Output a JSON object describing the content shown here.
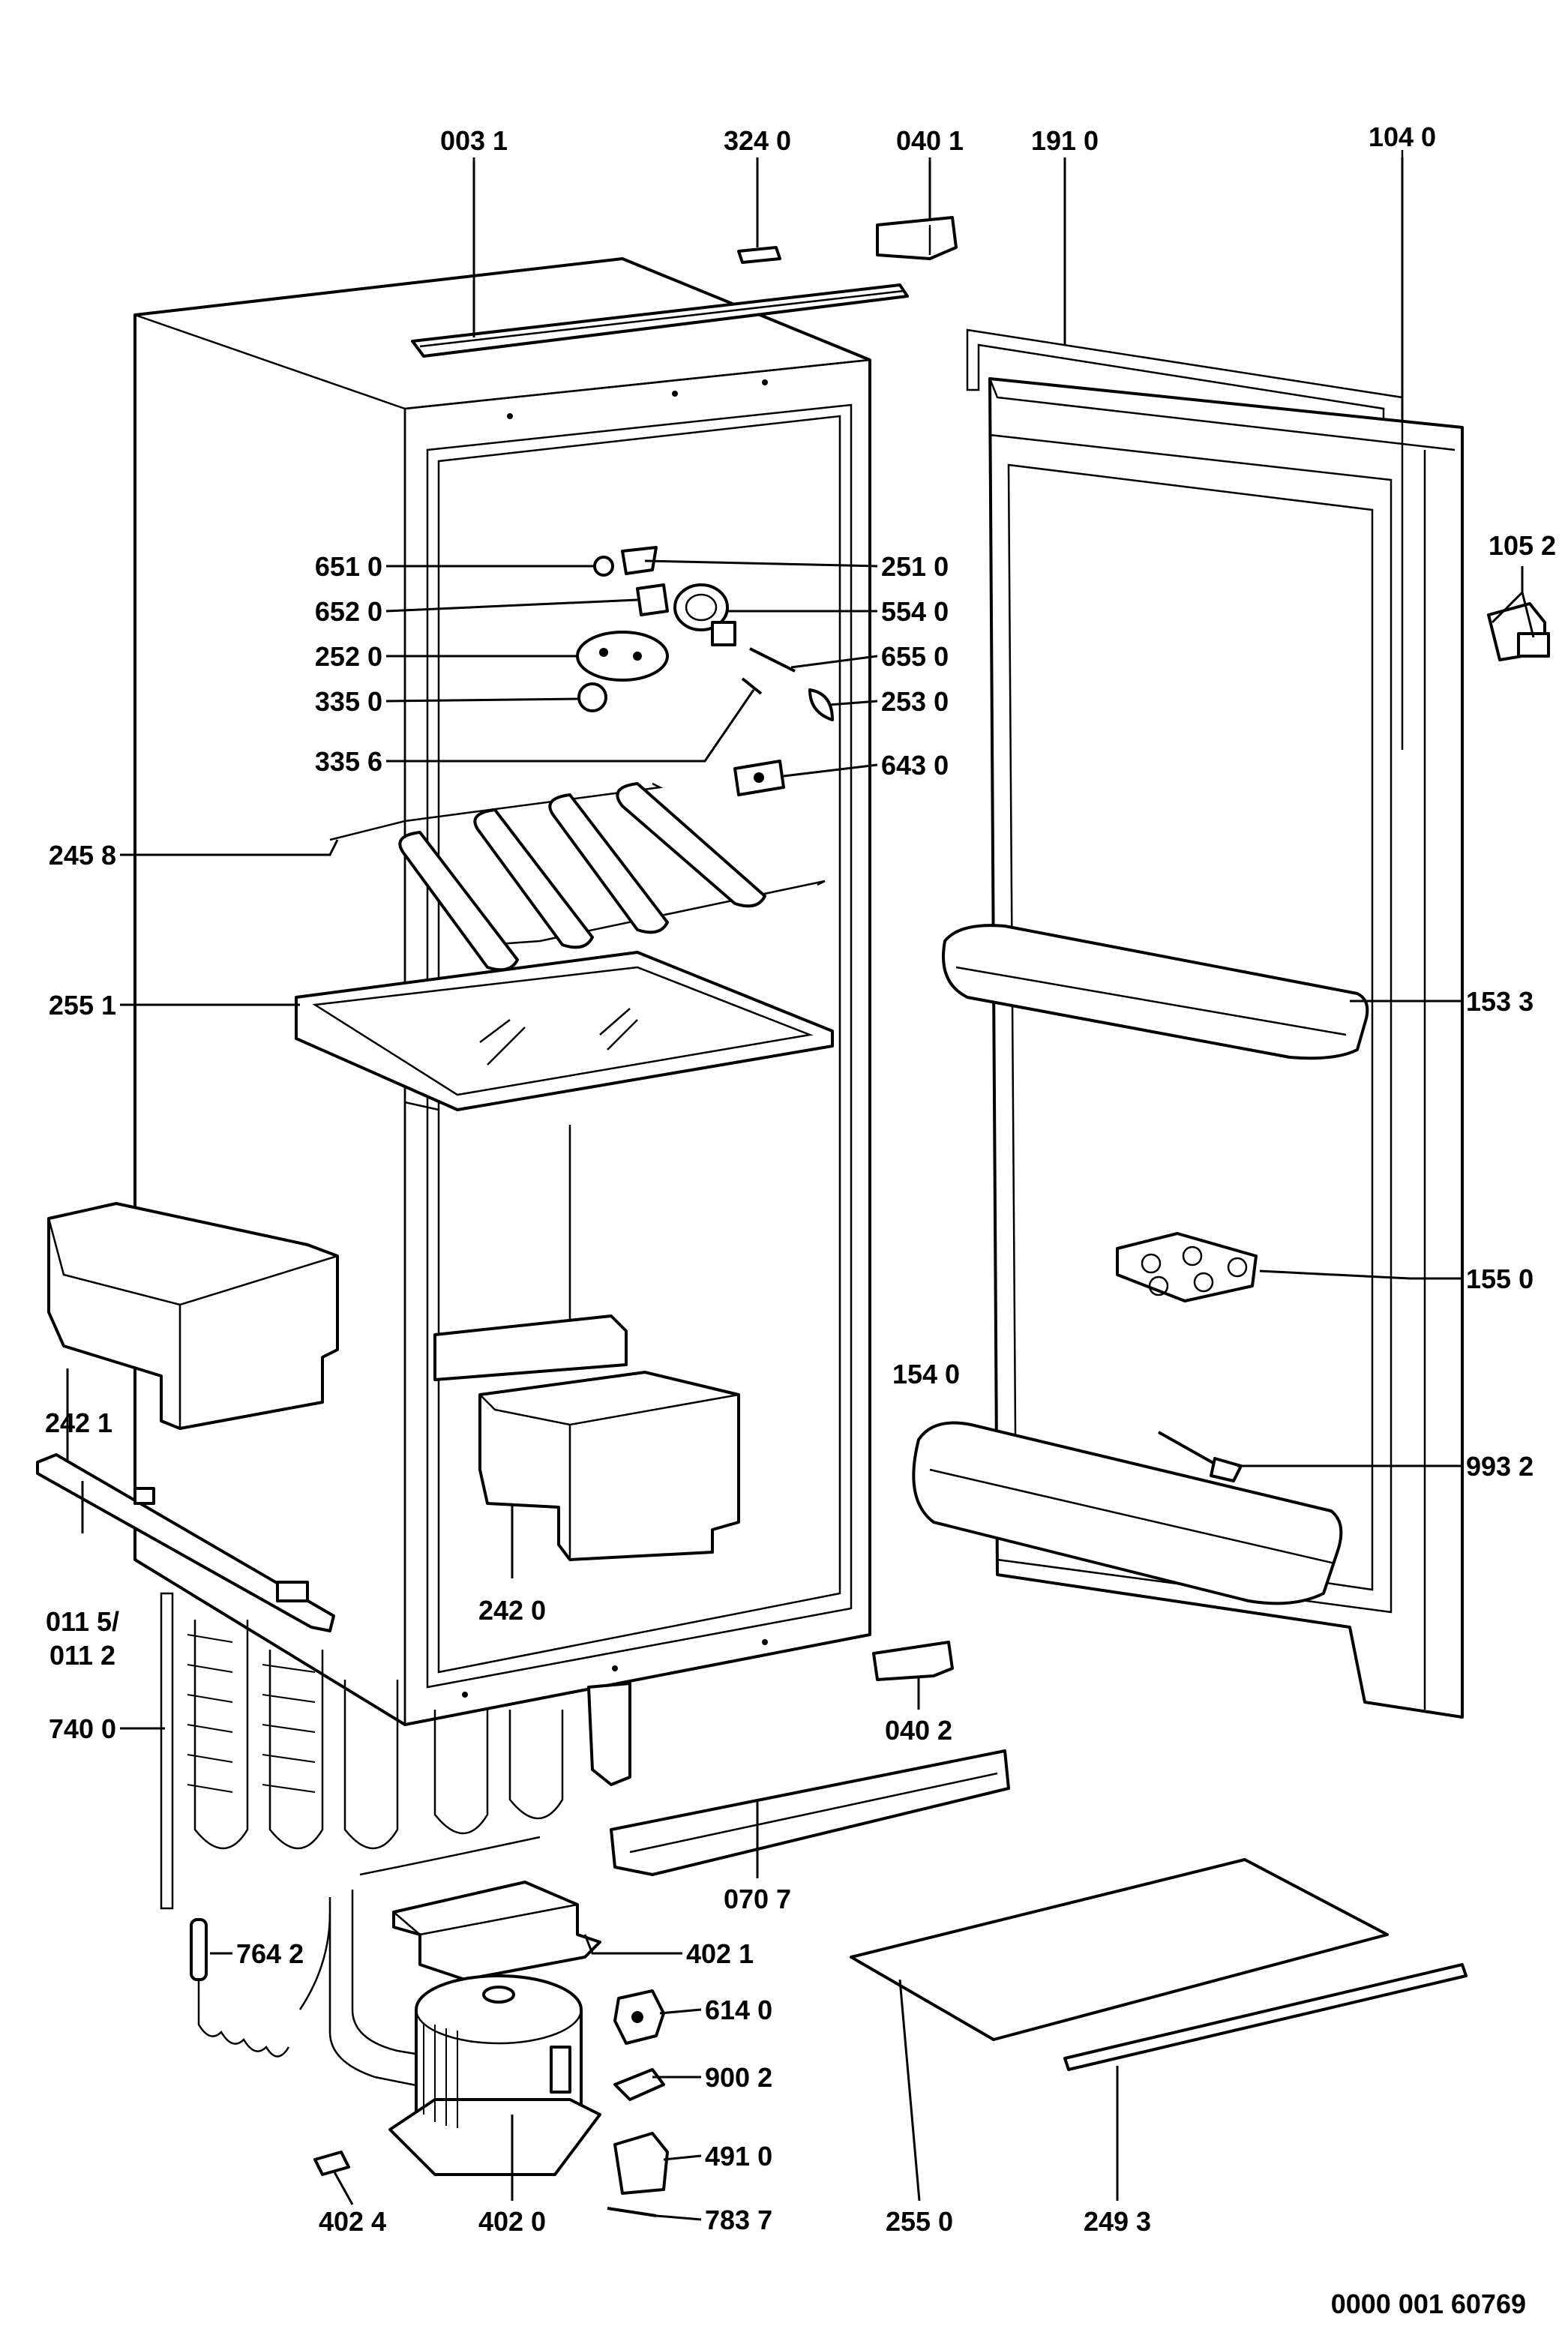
{
  "diagram": {
    "drawing_number": "0000 001 60769",
    "parts": [
      {
        "id": "p0031",
        "label": "003 1"
      },
      {
        "id": "p3240",
        "label": "324 0"
      },
      {
        "id": "p0401",
        "label": "040 1"
      },
      {
        "id": "p1910",
        "label": "191 0"
      },
      {
        "id": "p1040",
        "label": "104 0"
      },
      {
        "id": "p1052",
        "label": "105 2"
      },
      {
        "id": "p6510",
        "label": "651 0"
      },
      {
        "id": "p6520",
        "label": "652 0"
      },
      {
        "id": "p2520",
        "label": "252 0"
      },
      {
        "id": "p3350",
        "label": "335 0"
      },
      {
        "id": "p3356",
        "label": "335 6"
      },
      {
        "id": "p2510",
        "label": "251 0"
      },
      {
        "id": "p5540",
        "label": "554 0"
      },
      {
        "id": "p6550",
        "label": "655 0"
      },
      {
        "id": "p2530",
        "label": "253 0"
      },
      {
        "id": "p6430",
        "label": "643 0"
      },
      {
        "id": "p2458",
        "label": "245 8"
      },
      {
        "id": "p2551",
        "label": "255 1"
      },
      {
        "id": "p1533",
        "label": "153 3"
      },
      {
        "id": "p1550",
        "label": "155 0"
      },
      {
        "id": "p2421",
        "label": "242 1"
      },
      {
        "id": "p1540",
        "label": "154 0"
      },
      {
        "id": "p9932",
        "label": "993 2"
      },
      {
        "id": "p0115",
        "label": "011 5/"
      },
      {
        "id": "p0112",
        "label": "011 2"
      },
      {
        "id": "p2420",
        "label": "242 0"
      },
      {
        "id": "p0402",
        "label": "040 2"
      },
      {
        "id": "p7400",
        "label": "740 0"
      },
      {
        "id": "p0707",
        "label": "070 7"
      },
      {
        "id": "p7642",
        "label": "764 2"
      },
      {
        "id": "p4021",
        "label": "402 1"
      },
      {
        "id": "p6140",
        "label": "614 0"
      },
      {
        "id": "p9002",
        "label": "900 2"
      },
      {
        "id": "p4910",
        "label": "491 0"
      },
      {
        "id": "p7837",
        "label": "783 7"
      },
      {
        "id": "p4024",
        "label": "402 4"
      },
      {
        "id": "p4020",
        "label": "402 0"
      },
      {
        "id": "p2550",
        "label": "255 0"
      },
      {
        "id": "p2493",
        "label": "249 3"
      }
    ]
  }
}
